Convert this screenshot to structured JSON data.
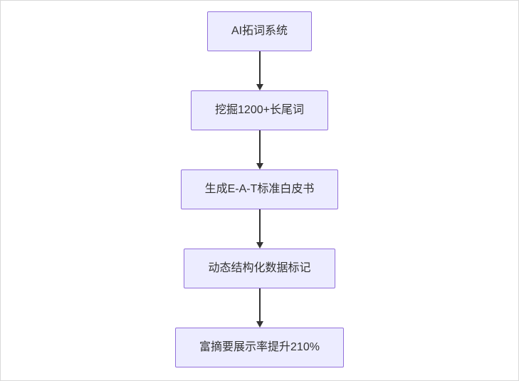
{
  "diagram": {
    "type": "flowchart",
    "direction": "top-down",
    "nodes": [
      {
        "id": "step-1",
        "label": "AI拓词系统"
      },
      {
        "id": "step-2",
        "label": "挖掘1200+长尾词"
      },
      {
        "id": "step-3",
        "label": "生成E-A-T标准白皮书"
      },
      {
        "id": "step-4",
        "label": "动态结构化数据标记"
      },
      {
        "id": "step-5",
        "label": "富摘要展示率提升210%"
      }
    ],
    "edges": [
      {
        "from": "step-1",
        "to": "step-2"
      },
      {
        "from": "step-2",
        "to": "step-3"
      },
      {
        "from": "step-3",
        "to": "step-4"
      },
      {
        "from": "step-4",
        "to": "step-5"
      }
    ],
    "colors": {
      "node_fill": "#ececff",
      "node_border": "#9370db",
      "arrow": "#333333",
      "text": "#333333",
      "page_border": "#d9d9d9",
      "background": "#ffffff"
    }
  }
}
